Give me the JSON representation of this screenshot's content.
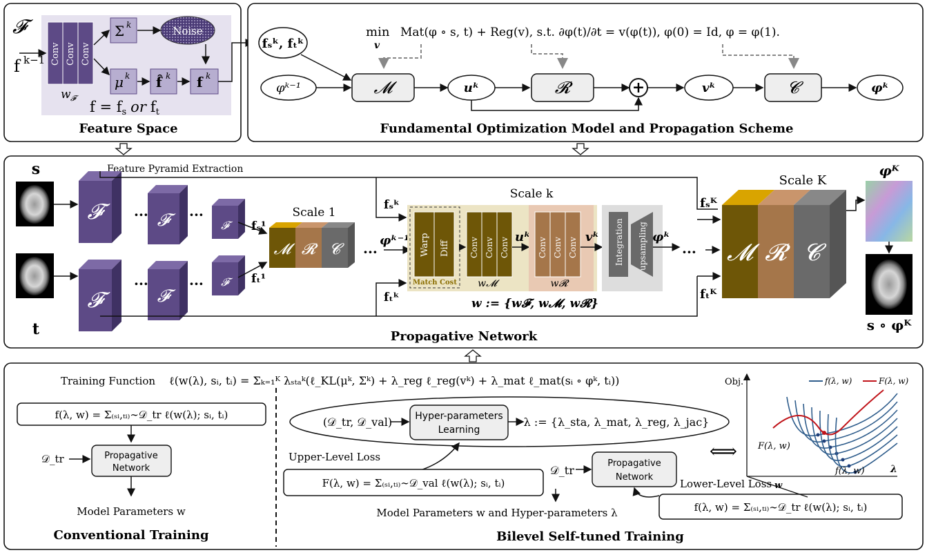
{
  "feature_space": {
    "title": "Feature Space",
    "script_f": "𝓕",
    "input": "f",
    "input_sup": "k−1",
    "conv": [
      "Conv",
      "Conv",
      "Conv"
    ],
    "w_f": "w",
    "w_f_sub": "𝓕",
    "sigma": "Σ",
    "sigma_sup": "k",
    "noise": "Noise",
    "mu": "μ",
    "mu_sup": "k",
    "fhat": "f̂",
    "fhat_sup": "k",
    "fk": "f",
    "fk_sup": "k",
    "eq": "f = f",
    "eq_s": "s",
    "eq_or": "or",
    "eq_f": "f",
    "eq_t": "t"
  },
  "optimization": {
    "title": "Fundamental Optimization Model and Propagation Scheme",
    "formula_min": "min",
    "formula_min_sub": "v",
    "formula_body": "Mat(φ ∘ s, t) + Reg(v), s.t. ∂φ(t)/∂t = v(φ(t)),  φ(0) = Id,  φ = φ(1).",
    "fs_ft": "f",
    "fs_ft_text": "fₛᵏ, fₜᵏ",
    "phi_prev": "φᵏ⁻¹",
    "M": "𝓜",
    "uk": "uᵏ",
    "R": "𝓡",
    "plus": "+",
    "vk": "vᵏ",
    "C": "𝓒",
    "phik": "φᵏ"
  },
  "propagative": {
    "title": "Propagative Network",
    "s_label": "s",
    "t_label": "t",
    "pyramid": "Feature Pyramid Extraction",
    "F": "𝓕",
    "dots": "···",
    "fs1": "fₛ¹",
    "ft1": "fₜ¹",
    "scale1": "Scale 1",
    "M": "𝓜",
    "R": "𝓡",
    "C": "𝓒",
    "phi_prev": "φᵏ⁻¹",
    "scalek": "Scale k",
    "fsk": "fₛᵏ",
    "ftk": "fₜᵏ",
    "warp": "Warp",
    "diff": "Diff",
    "match_cost": "Match Cost",
    "conv": "Conv",
    "uk": "uᵏ",
    "vk": "vᵏ",
    "wM": "w𝓜",
    "wR": "w𝓡",
    "integration": "Integration",
    "upsampling": "upsampling",
    "phik": "φᵏ",
    "w_def": "w := {w𝓕, w𝓜, w𝓡}",
    "scaleK": "Scale K",
    "fsK": "fₛᴷ",
    "ftK": "fₜᴷ",
    "phiK": "φᴷ",
    "s_phiK": "s ∘ φᴷ"
  },
  "training": {
    "training_function_label": "Training Function",
    "training_function": "ℓ(w(λ), sᵢ, tᵢ) = Σₖ₌₁ᴷ λₛₜₐᵏ(ℓ_KL(μᵏ, Σᵏ) + λ_reg ℓ_reg(vᵏ) + λ_mat ℓ_mat(sᵢ ∘ φᵏ, tᵢ))",
    "conv_f": "f(λ, w) = Σ₍ₛᵢ,ₜᵢ₎∼𝒟_tr ℓ(w(λ); sᵢ, tᵢ)",
    "dtr": "𝒟_tr",
    "prop_net": [
      "Propagative",
      "Network"
    ],
    "model_params": "Model Parameters w",
    "conventional_title": "Conventional Training",
    "datasets": "(𝒟_tr, 𝒟_val)",
    "hyper_learning": [
      "Hyper-parameters",
      "Learning"
    ],
    "lambda_def": "λ := {λ_sta, λ_mat, λ_reg, λ_jac}",
    "upper_loss_label": "Upper-Level Loss",
    "upper_F": "F(λ, w) = Σ₍ₛᵢ,ₜᵢ₎∼𝒟_val ℓ(w(λ); sᵢ, tᵢ)",
    "lower_loss_label": "Lower-Level Loss",
    "lower_f": "f(λ, w) = Σ₍ₛᵢ,ₜᵢ₎∼𝒟_tr ℓ(w(λ); sᵢ, tᵢ)",
    "model_hyper": "Model Parameters w and Hyper-parameters λ",
    "bilevel_title": "Bilevel Self-tuned Training",
    "equiv": "⟺",
    "plot_obj": "Obj.",
    "plot_legend_f": "f(λ, w)",
    "plot_legend_F": "F(λ, w)",
    "plot_F_label": "F(λ, w)",
    "plot_f_label": "f(λ, w)",
    "plot_w": "w",
    "plot_lambda": "λ"
  },
  "colors": {
    "purple": "#5d4a86",
    "purple_light": "#b7aed0",
    "purple_panel": "#e6e2ef",
    "olive": "#6e5607",
    "gold": "#d9a400",
    "brown": "#a5764a",
    "gray_block": "#6a6a6a",
    "blue_curve": "#2f5d8c",
    "red_curve": "#c0141a"
  }
}
